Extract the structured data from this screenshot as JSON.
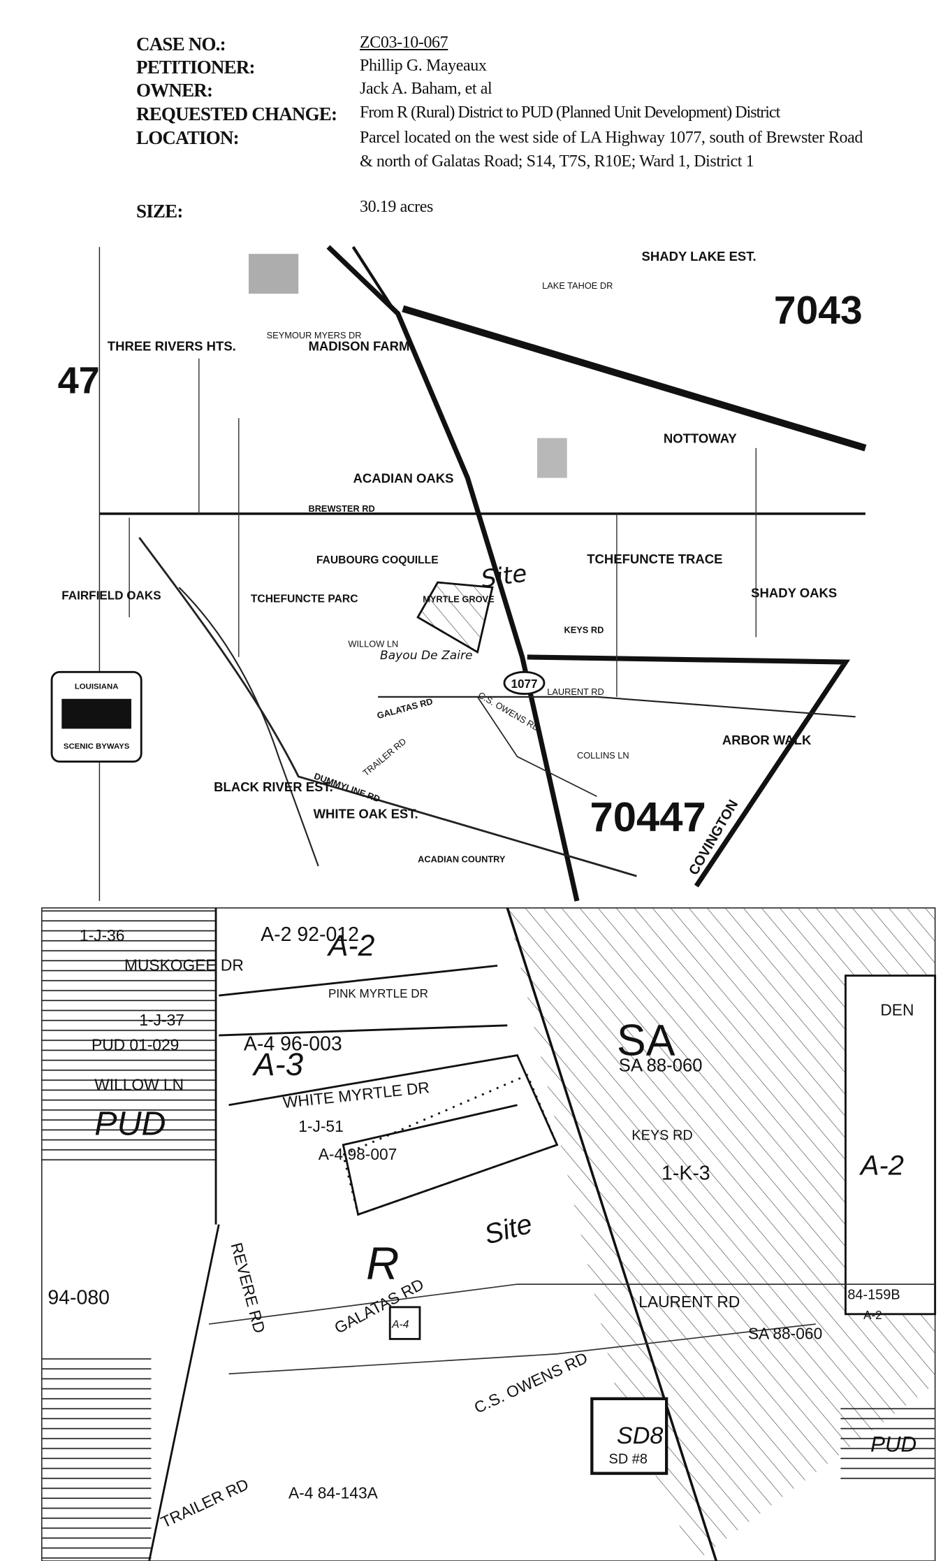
{
  "header": {
    "case_no_label": "CASE NO.:",
    "case_no": "ZC03-10-067",
    "petitioner_label": "PETITIONER:",
    "petitioner": "Phillip G. Mayeaux",
    "owner_label": "OWNER:",
    "owner": "Jack A. Baham, et al",
    "requested_change_label": "REQUESTED CHANGE:",
    "requested_change": "From R (Rural) District to PUD (Planned Unit Development) District",
    "location_label": "LOCATION:",
    "location": "Parcel located on the west side of LA Highway 1077, south of Brewster Road & north of Galatas Road; S14, T7S, R10E; Ward 1, District 1",
    "size_label": "SIZE:",
    "size": "30.19 acres"
  },
  "vicinity_map": {
    "labels": [
      "THREE RIVERS HTS.",
      "MADISON FARM",
      "ACADIAN OAKS",
      "NOTTOWAY",
      "SHADY LAKE EST.",
      "FAUBOURG COQUILLE",
      "TCHEFUNCTE PARC",
      "TCHEFUNCTE TRACE",
      "SHADY OAKS",
      "FAIRFIELD OAKS",
      "MYRTLE GROVE",
      "BLACK RIVER EST.",
      "WHITE OAK EST.",
      "ARBOR WALK",
      "ACADIAN COUNTRY",
      "BREWSTER RD",
      "GALATAS RD",
      "KEYS RD",
      "DUMMYLINE RD",
      "COVINGTON",
      "LAKE TAHOE DR",
      "SEYMOUR MYERS DR",
      "LAURENT RD",
      "COLLINS LN",
      "C.S. OWENS RD",
      "TRAILER RD",
      "WILLOW LN",
      "Bayou De Zaire"
    ],
    "zip_large": "70447",
    "zip_top": "7043",
    "zip_left": "47",
    "highway": "1077",
    "site_annotation": "Site",
    "byways_sign": [
      "LOUISIANA",
      "SCENIC BYWAYS"
    ]
  },
  "zoning_map": {
    "labels": [
      "A-2 92-012",
      "MUSKOGEE DR",
      "PINK MYRTLE DR",
      "PUD 01-029",
      "WILLOW LN",
      "A-4 96-003",
      "WHITE MYRTLE DR",
      "1-J-51",
      "A-4 98-007",
      "SA",
      "SA 88-060",
      "KEYS RD",
      "1-K-3",
      "94-080",
      "GALATAS RD",
      "LAURENT RD",
      "C.S. OWENS RD",
      "TRAILER RD",
      "REVERE RD",
      "SA 88-060",
      "84-159B",
      "A-2",
      "SD #8",
      "A-4 84-143A",
      "1-J-36",
      "1-J-37",
      "DEN"
    ],
    "handwritten": [
      "A-2",
      "A-3",
      "PUD",
      "R",
      "Site",
      "A-4",
      "SD8",
      "PUD",
      "A-2"
    ]
  }
}
